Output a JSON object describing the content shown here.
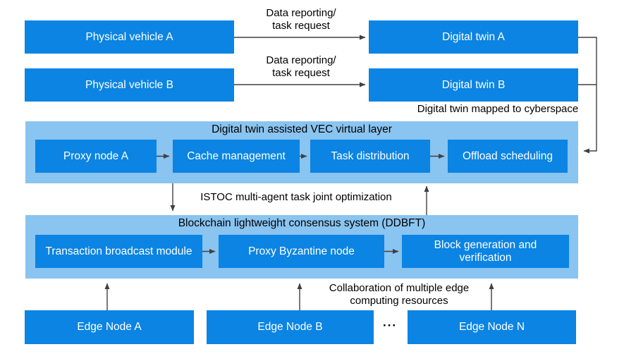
{
  "colors": {
    "node_blue": "#0b84e3",
    "layer_blue": "#8ac4f0",
    "node_text": "#ffffff",
    "label_text": "#000000",
    "arrow_gray": "#404040"
  },
  "physical_layer": {
    "vehicle_a": "Physical vehicle A",
    "vehicle_b": "Physical vehicle B"
  },
  "twin_layer": {
    "twin_a": "Digital twin A",
    "twin_b": "Digital twin B"
  },
  "annotations": {
    "data_reporting_a": "Data reporting/\ntask request",
    "data_reporting_b": "Data reporting/\ntask request",
    "mapped_to_cyberspace": "Digital twin mapped to cyberspace",
    "istoc_optimization": "ISTOC multi-agent task joint optimization",
    "collaboration": "Collaboration of multiple edge\ncomputing resources",
    "ellipsis": "···"
  },
  "vec_layer": {
    "title": "Digital twin assisted VEC virtual layer",
    "proxy_node": "Proxy node A",
    "cache_management": "Cache management",
    "task_distribution": "Task distribution",
    "offload_scheduling": "Offload scheduling"
  },
  "blockchain_layer": {
    "title": "Blockchain lightweight consensus system (DDBFT)",
    "transaction_broadcast": "Transaction broadcast module",
    "proxy_byzantine": "Proxy Byzantine node",
    "block_generation": "Block generation and\nverification"
  },
  "edge_layer": {
    "node_a": "Edge Node A",
    "node_b": "Edge Node B",
    "node_n": "Edge Node N"
  }
}
